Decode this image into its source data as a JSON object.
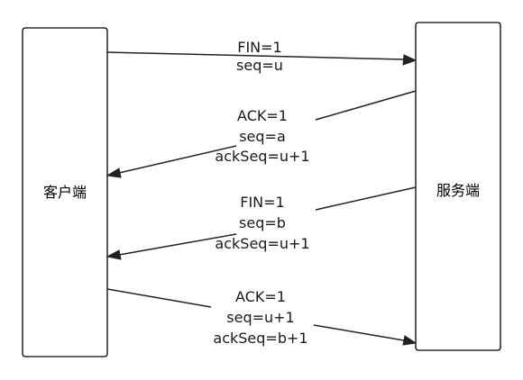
{
  "nodes": {
    "client": {
      "label": "客户端"
    },
    "server": {
      "label": "服务端"
    }
  },
  "messages": [
    {
      "direction": "client-to-server",
      "lines": [
        "FIN=1",
        "seq=u"
      ]
    },
    {
      "direction": "server-to-client",
      "lines": [
        "ACK=1",
        "seq=a",
        "ackSeq=u+1"
      ]
    },
    {
      "direction": "server-to-client",
      "lines": [
        "FIN=1",
        "seq=b",
        "ackSeq=u+1"
      ]
    },
    {
      "direction": "client-to-server",
      "lines": [
        "ACK=1",
        "seq=u+1",
        "ackSeq=b+1"
      ]
    }
  ],
  "colors": {
    "line": "#222222",
    "box_border": "#000000",
    "text": "#1a1a1a"
  }
}
